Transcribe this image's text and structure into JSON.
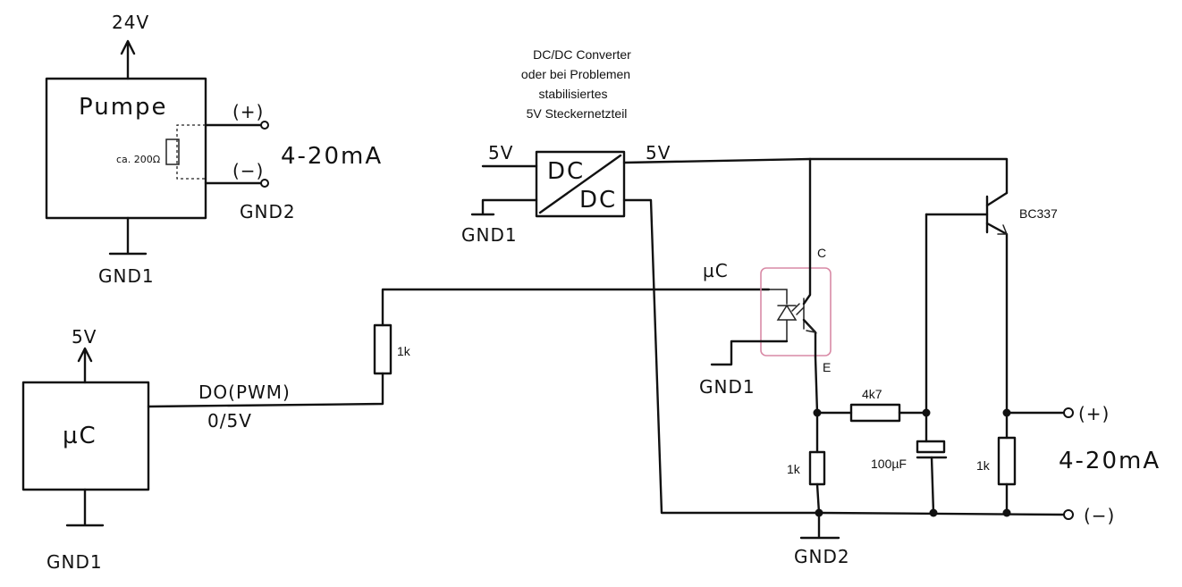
{
  "pump": {
    "supply_label": "24V",
    "title": "Pumpe",
    "resistor_label": "ca. 200Ω",
    "plus_label": "(+)",
    "minus_label": "(−)",
    "output_label": "4-20mA",
    "gnd_output_label": "GND2",
    "ground_label": "GND1"
  },
  "mcu": {
    "supply_label": "5V",
    "title": "µC",
    "signal_label_1": "DO(PWM)",
    "signal_label_2": "0/5V",
    "ground_label": "GND1"
  },
  "converter": {
    "note_lines": [
      "DC/DC Converter",
      "oder bei Problemen",
      "stabilisiertes",
      "5V Steckernetzteil"
    ],
    "dc_top": "DC",
    "dc_bottom": "DC",
    "input_label": "5V",
    "output_label": "5V",
    "ground_label": "GND1"
  },
  "circuit": {
    "series_resistor": "1k",
    "optocoupler_input_label": "µC",
    "opto_gnd_label": "GND1",
    "collector_label": "C",
    "emitter_label": "E",
    "transistor_label": "BC337",
    "filter_resistor": "4k7",
    "capacitor_label": "100µF",
    "emitter_resistor": "1k",
    "load_resistor": "1k",
    "output_plus": "(+)",
    "output_minus": "(−)",
    "output_label": "4-20mA",
    "ground_label": "GND2"
  },
  "colors": {
    "ink": "#111111",
    "optocoupler_outline": "#d98aa6"
  }
}
